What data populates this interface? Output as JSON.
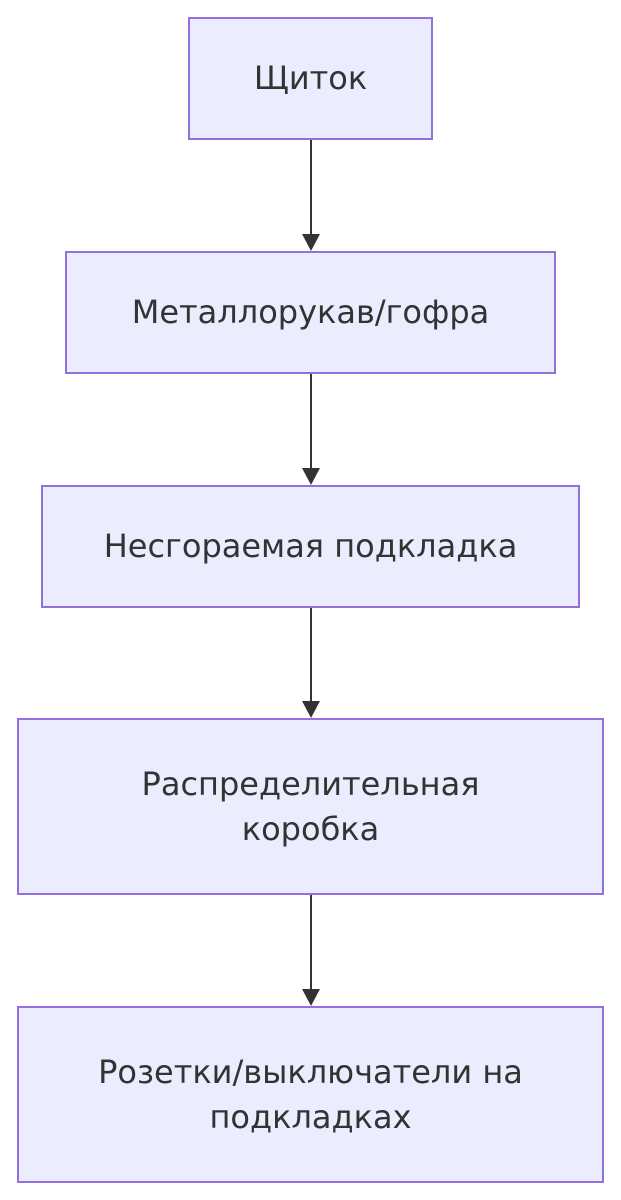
{
  "diagram": {
    "type": "flowchart",
    "direction": "top-down",
    "colors": {
      "node_fill": "#ECECFF",
      "node_border": "#9370DB",
      "text": "#333333",
      "edge": "#333333"
    },
    "nodes": [
      {
        "id": "panel",
        "label": "Щиток"
      },
      {
        "id": "conduit",
        "label": "Металлорукав/гофра"
      },
      {
        "id": "pad",
        "label": "Несгораемая подкладка"
      },
      {
        "id": "junction",
        "label": "Распределительная коробка"
      },
      {
        "id": "outlets",
        "label": "Розетки/выключатели на подкладках"
      }
    ],
    "edges": [
      {
        "from": "panel",
        "to": "conduit"
      },
      {
        "from": "conduit",
        "to": "pad"
      },
      {
        "from": "pad",
        "to": "junction"
      },
      {
        "from": "junction",
        "to": "outlets"
      }
    ]
  }
}
